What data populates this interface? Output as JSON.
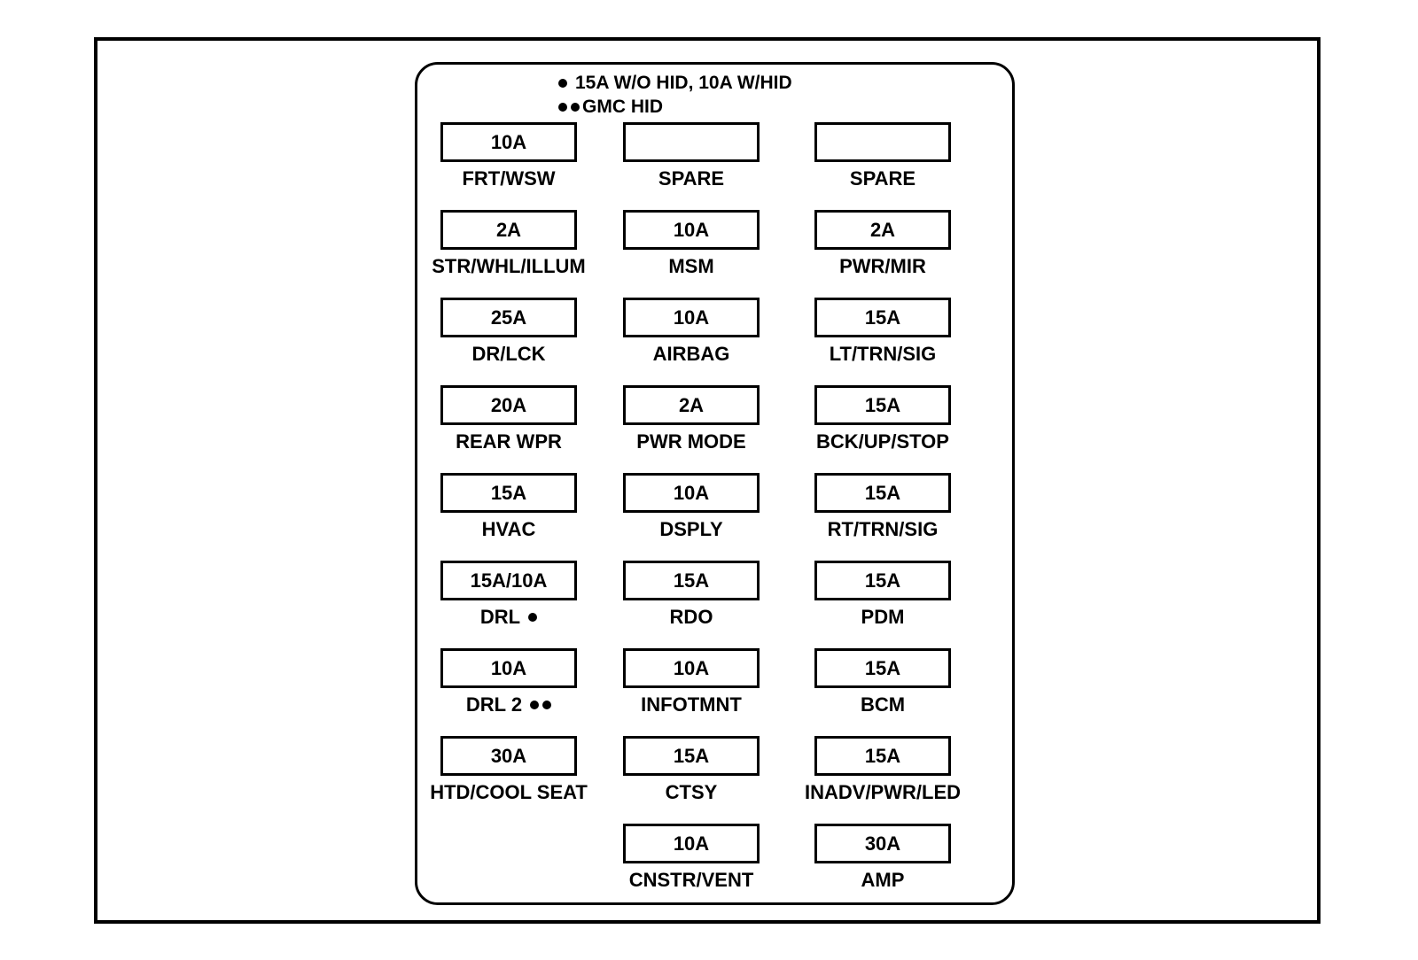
{
  "diagram": {
    "colors": {
      "line": "#000000",
      "background": "#ffffff"
    },
    "legend": [
      {
        "dots": 1,
        "text": "15A W/O HID, 10A W/HID"
      },
      {
        "dots": 2,
        "text": "GMC HID"
      }
    ],
    "columns": [
      {
        "name": "left",
        "fuses": [
          {
            "amp": "10A",
            "label": "FRT/WSW",
            "dots": 0
          },
          {
            "amp": "2A",
            "label": "STR/WHL/ILLUM",
            "dots": 0
          },
          {
            "amp": "25A",
            "label": "DR/LCK",
            "dots": 0
          },
          {
            "amp": "20A",
            "label": "REAR WPR",
            "dots": 0
          },
          {
            "amp": "15A",
            "label": "HVAC",
            "dots": 0
          },
          {
            "amp": "15A/10A",
            "label": "DRL",
            "dots": 1
          },
          {
            "amp": "10A",
            "label": "DRL 2",
            "dots": 2
          },
          {
            "amp": "30A",
            "label": "HTD/COOL SEAT",
            "dots": 0
          }
        ]
      },
      {
        "name": "middle",
        "fuses": [
          {
            "amp": "",
            "label": "SPARE",
            "dots": 0
          },
          {
            "amp": "10A",
            "label": "MSM",
            "dots": 0
          },
          {
            "amp": "10A",
            "label": "AIRBAG",
            "dots": 0
          },
          {
            "amp": "2A",
            "label": "PWR MODE",
            "dots": 0
          },
          {
            "amp": "10A",
            "label": "DSPLY",
            "dots": 0
          },
          {
            "amp": "15A",
            "label": "RDO",
            "dots": 0
          },
          {
            "amp": "10A",
            "label": "INFOTMNT",
            "dots": 0
          },
          {
            "amp": "15A",
            "label": "CTSY",
            "dots": 0
          },
          {
            "amp": "10A",
            "label": "CNSTR/VENT",
            "dots": 0
          }
        ]
      },
      {
        "name": "right",
        "fuses": [
          {
            "amp": "",
            "label": "SPARE",
            "dots": 0
          },
          {
            "amp": "2A",
            "label": "PWR/MIR",
            "dots": 0
          },
          {
            "amp": "15A",
            "label": "LT/TRN/SIG",
            "dots": 0
          },
          {
            "amp": "15A",
            "label": "BCK/UP/STOP",
            "dots": 0
          },
          {
            "amp": "15A",
            "label": "RT/TRN/SIG",
            "dots": 0
          },
          {
            "amp": "15A",
            "label": "PDM",
            "dots": 0
          },
          {
            "amp": "15A",
            "label": "BCM",
            "dots": 0
          },
          {
            "amp": "15A",
            "label": "INADV/PWR/LED",
            "dots": 0
          },
          {
            "amp": "30A",
            "label": "AMP",
            "dots": 0
          }
        ]
      }
    ]
  }
}
